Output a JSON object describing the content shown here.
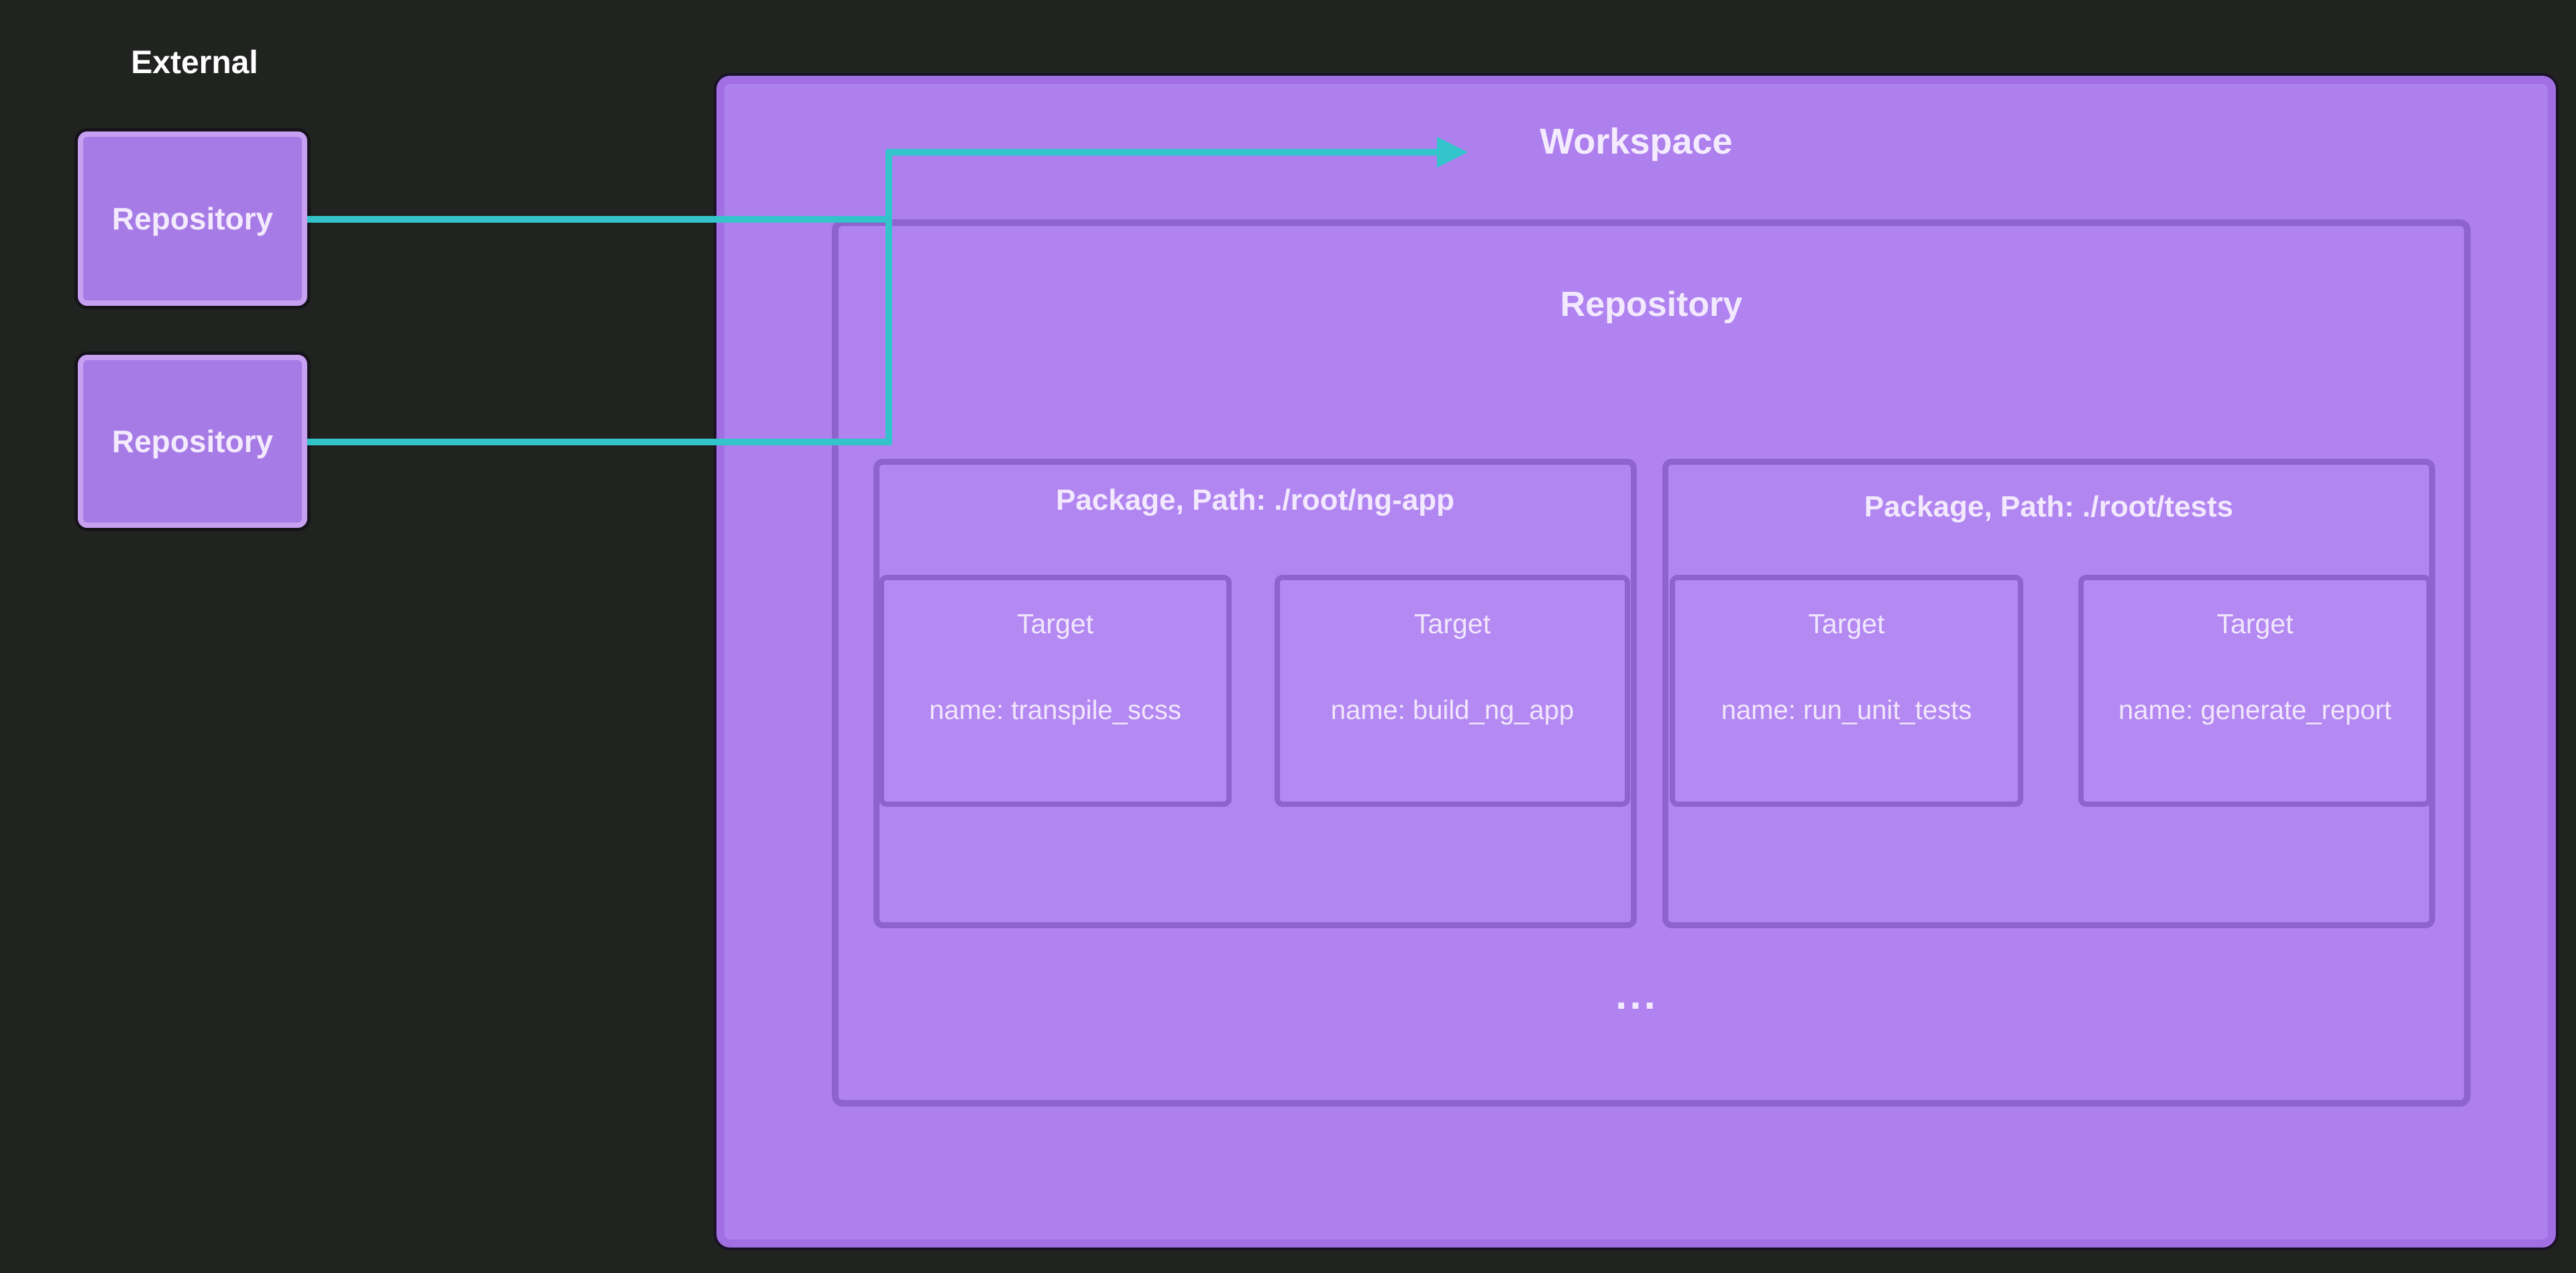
{
  "diagram": {
    "external": {
      "label": "External",
      "repositories": [
        {
          "label": "Repository"
        },
        {
          "label": "Repository"
        }
      ]
    },
    "workspace": {
      "title": "Workspace",
      "repository": {
        "title": "Repository",
        "packages": [
          {
            "title": "Package, Path: ./root/ng-app",
            "targets": [
              {
                "type_label": "Target",
                "name": "name: transpile_scss"
              },
              {
                "type_label": "Target",
                "name": "name: build_ng_app"
              }
            ]
          },
          {
            "title": "Package, Path: ./root/tests",
            "targets": [
              {
                "type_label": "Target",
                "name": "name: run_unit_tests"
              },
              {
                "type_label": "Target",
                "name": "name: generate_report"
              }
            ]
          }
        ],
        "more_indicator": "..."
      }
    },
    "colors": {
      "background": "#20231f",
      "connector": "#32c3cb",
      "workspace_fill": "#ae80ee",
      "workspace_border": "#a26fe2",
      "nested_border": "#8f63cd",
      "external_repo_fill": "#a77be5",
      "external_repo_border": "#c7a0f2",
      "text_light": "#f3eafe"
    }
  }
}
